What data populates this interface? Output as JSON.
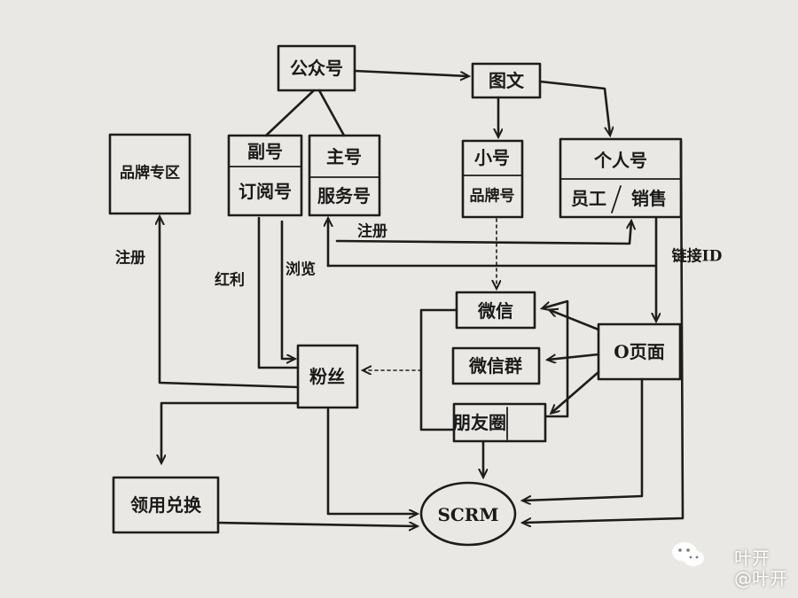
{
  "nodes": {
    "public_account": "公众号",
    "graphic": "图文",
    "brand_zone": "品牌专区",
    "sub_account_top": "副号",
    "sub_account_bottom": "订阅号",
    "main_account_top": "主号",
    "main_account_bottom": "服务号",
    "small_account_top": "小号",
    "small_account_bottom": "品牌号",
    "personal_account_top": "个人号",
    "personal_staff": "员工",
    "personal_sales": "销售",
    "wechat": "微信",
    "wechat_group": "微信群",
    "moments": "朋友圈",
    "fans": "粉丝",
    "coupon": "领用兑换",
    "o_page": "O页面",
    "scrm": "SCRM"
  },
  "edge_labels": {
    "register_left": "注册",
    "bonus": "红利",
    "browse": "浏览",
    "register_mid": "注册",
    "link_id": "链接ID"
  },
  "watermark": {
    "line1": "叶开",
    "line2": "@叶开"
  }
}
